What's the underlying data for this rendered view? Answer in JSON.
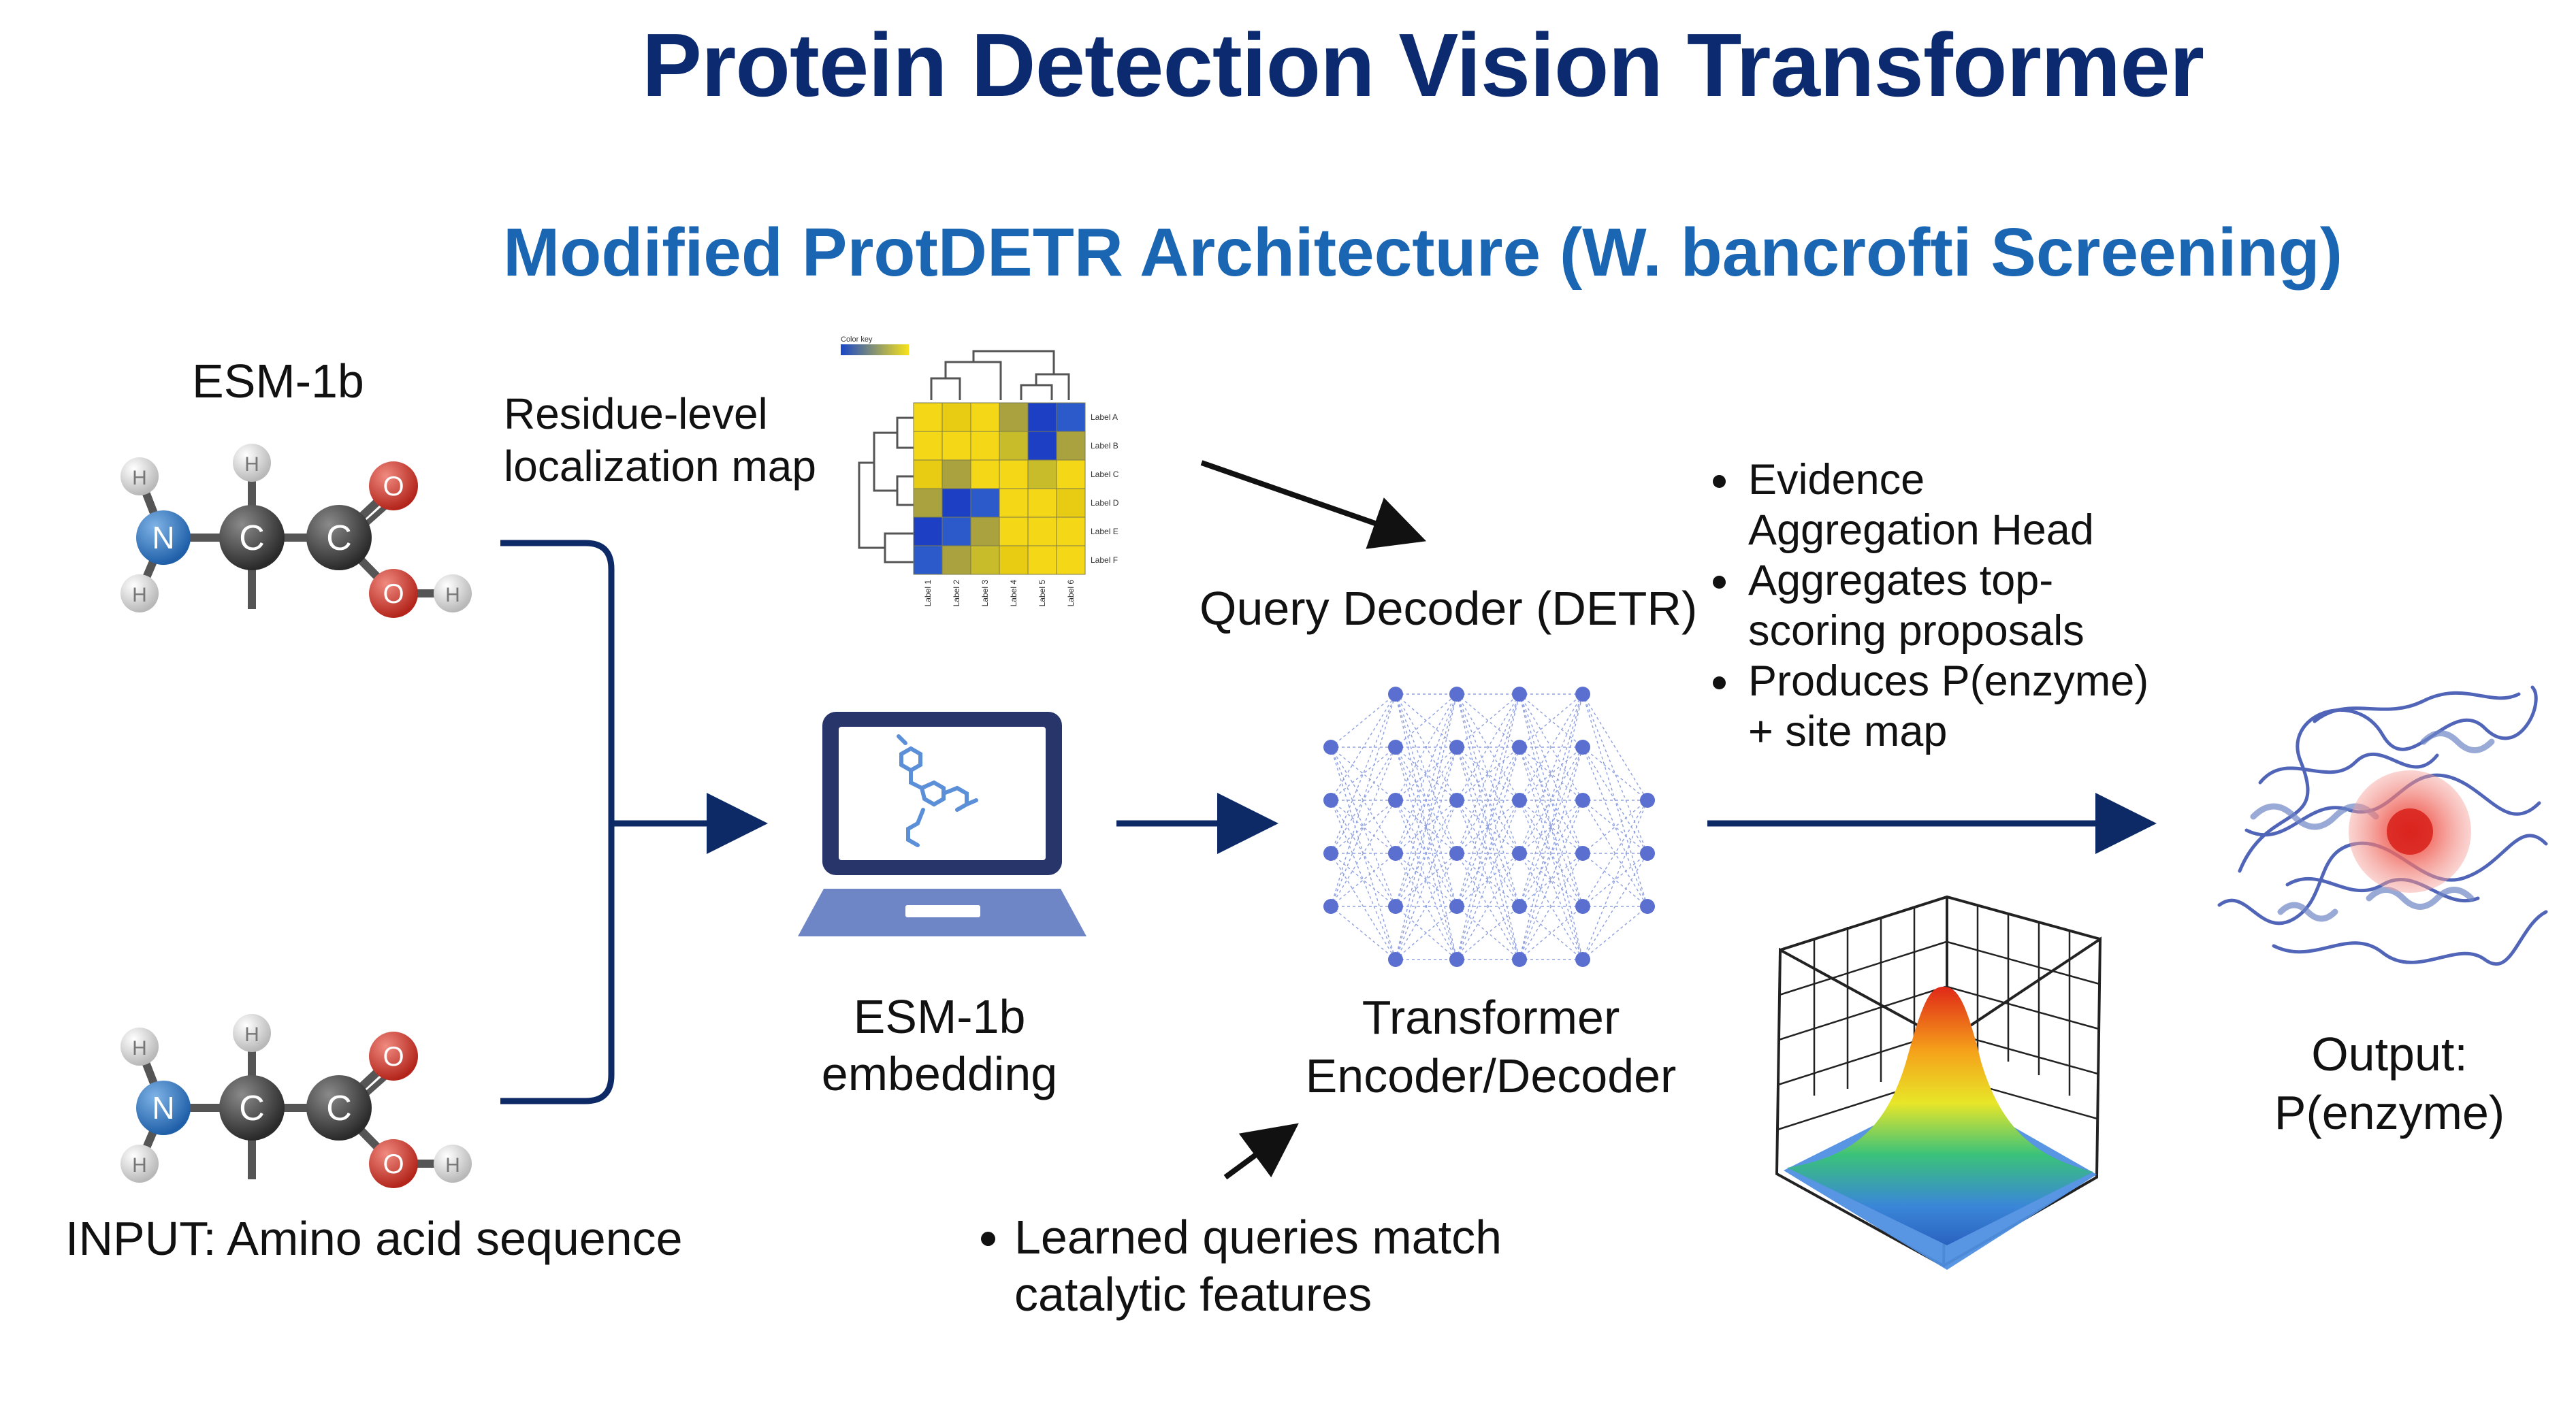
{
  "title": "Protein Detection Vision Transformer",
  "subtitle": "Modified ProtDETR Architecture (W. bancrofti Screening)",
  "input": {
    "top_label": "ESM-1b",
    "bottom_label": "INPUT: Amino acid sequence",
    "atoms": {
      "n": "N",
      "c": "C",
      "o": "O",
      "h": "H"
    }
  },
  "heatmap": {
    "caption": "Residue-level localization map",
    "color_key_label": "Color key",
    "row_labels": [
      "Label A",
      "Label B",
      "Label C",
      "Label D",
      "Label E",
      "Label F"
    ],
    "col_labels": [
      "Label 1",
      "Label 2",
      "Label 3",
      "Label 4",
      "Label 5",
      "Label 6"
    ]
  },
  "embedding": {
    "label": "ESM-1b embedding"
  },
  "decoder": {
    "query_label": "Query Decoder (DETR)",
    "network_label": "Transformer Encoder/Decoder",
    "note": "Learned queries match catalytic features"
  },
  "aggregation": {
    "bullets": [
      "Evidence Aggregation Head",
      "Aggregates top-scoring proposals",
      "Produces P(enzyme) + site map"
    ]
  },
  "output": {
    "label": "Output: P(enzyme)"
  },
  "colors": {
    "title": "#0b2a6f",
    "subtitle": "#1a66b3",
    "arrow": "#0d2a66",
    "laptop": "#27356b",
    "laptop_base": "#6f86c6",
    "node": "#5a6fcf",
    "protein": "#5b74c9"
  }
}
